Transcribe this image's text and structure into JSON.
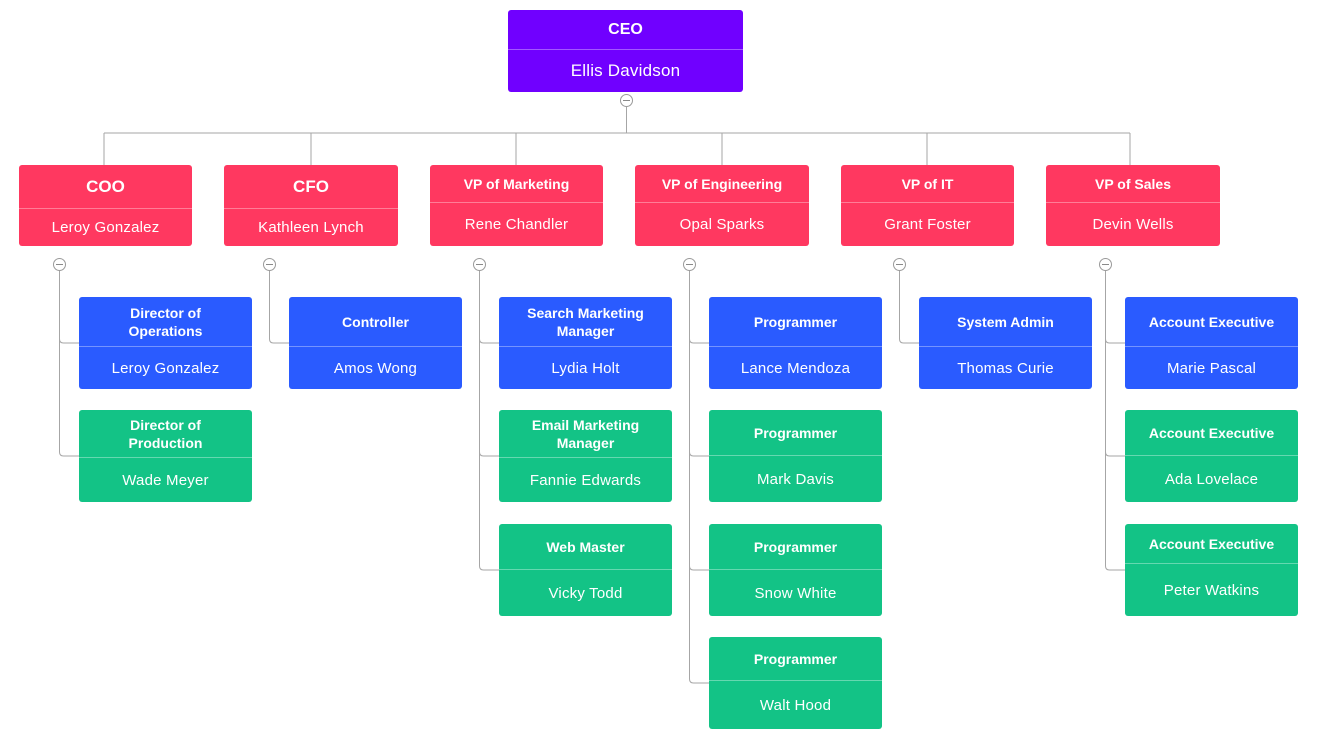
{
  "colors": {
    "executive": "#7000FF",
    "department_head": "#FF3860",
    "first_report": "#2A5BFF",
    "other_report": "#13C386",
    "connector": "#A6A6A6"
  },
  "ceo": {
    "title": "CEO",
    "name": "Ellis Davidson"
  },
  "departments": [
    {
      "title": "COO",
      "name": "Leroy Gonzalez",
      "reports": [
        {
          "title": "Director of\nOperations",
          "name": "Leroy Gonzalez"
        },
        {
          "title": "Director of\nProduction",
          "name": "Wade Meyer"
        }
      ]
    },
    {
      "title": "CFO",
      "name": "Kathleen Lynch",
      "reports": [
        {
          "title": "Controller",
          "name": "Amos Wong"
        }
      ]
    },
    {
      "title": "VP of Marketing",
      "name": "Rene Chandler",
      "reports": [
        {
          "title": "Search Marketing\nManager",
          "name": "Lydia Holt"
        },
        {
          "title": "Email Marketing\nManager",
          "name": "Fannie Edwards"
        },
        {
          "title": "Web Master",
          "name": "Vicky Todd"
        }
      ]
    },
    {
      "title": "VP of Engineering",
      "name": "Opal Sparks",
      "reports": [
        {
          "title": "Programmer",
          "name": "Lance Mendoza"
        },
        {
          "title": "Programmer",
          "name": "Mark Davis"
        },
        {
          "title": "Programmer",
          "name": "Snow White"
        },
        {
          "title": "Programmer",
          "name": "Walt Hood"
        }
      ]
    },
    {
      "title": "VP of IT",
      "name": "Grant Foster",
      "reports": [
        {
          "title": "System Admin",
          "name": "Thomas Curie"
        }
      ]
    },
    {
      "title": "VP of Sales",
      "name": "Devin Wells",
      "reports": [
        {
          "title": "Account Executive",
          "name": "Marie Pascal"
        },
        {
          "title": "Account Executive",
          "name": "Ada Lovelace"
        },
        {
          "title": "Account Executive",
          "name": "Peter Watkins"
        }
      ]
    }
  ]
}
